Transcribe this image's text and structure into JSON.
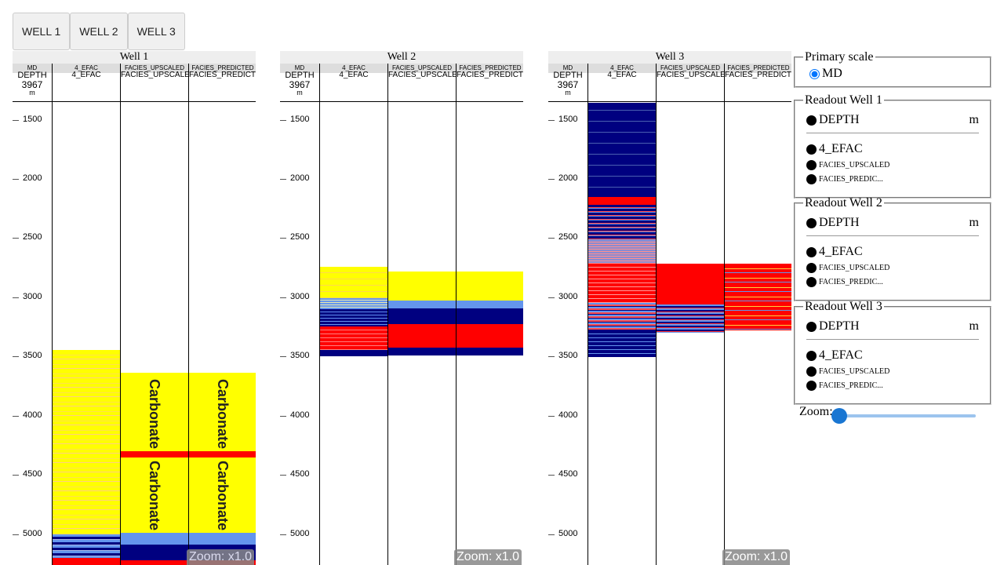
{
  "tabs": [
    "WELL 1",
    "WELL 2",
    "WELL 3"
  ],
  "scale": {
    "label": "MD",
    "depth_label": "DEPTH",
    "bottom_value": "3967",
    "unit": "m",
    "ticks": [
      "1500",
      "2000",
      "2500",
      "3000",
      "3500",
      "4000",
      "4500",
      "5000"
    ]
  },
  "tracks": {
    "efac": "4_EFAC",
    "upscaled": "FACIES_UPSCALED",
    "predicted": "FACIES_PREDICTED"
  },
  "wells": [
    {
      "title": "Well 1",
      "zoom": "Zoom: x1.0",
      "labels": [
        "Carbonate",
        "Carbonate",
        "Carbonate",
        "Carbonate"
      ]
    },
    {
      "title": "Well 2",
      "zoom": "Zoom: x1.0"
    },
    {
      "title": "Well 3",
      "zoom": "Zoom: x1.0"
    }
  ],
  "panel": {
    "primary_scale_legend": "Primary scale",
    "primary_scale_option": "MD",
    "readouts": [
      {
        "legend": "Readout Well 1",
        "depth": "DEPTH",
        "unit": "m",
        "efac": "4_EFAC",
        "upscaled": "FACIES_UPSCALED",
        "predicted": "FACIES_PREDIC..."
      },
      {
        "legend": "Readout Well 2",
        "depth": "DEPTH",
        "unit": "m",
        "efac": "4_EFAC",
        "upscaled": "FACIES_UPSCALED",
        "predicted": "FACIES_PREDIC..."
      },
      {
        "legend": "Readout Well 3",
        "depth": "DEPTH",
        "unit": "m",
        "efac": "4_EFAC",
        "upscaled": "FACIES_UPSCALED",
        "predicted": "FACIES_PREDIC..."
      }
    ],
    "zoom_label": "Zoom:",
    "zoom_level": 0.0
  },
  "colors": {
    "yellow": "#ffff00",
    "red": "#ff0000",
    "navy": "#000080",
    "blue": "#6495ed"
  }
}
